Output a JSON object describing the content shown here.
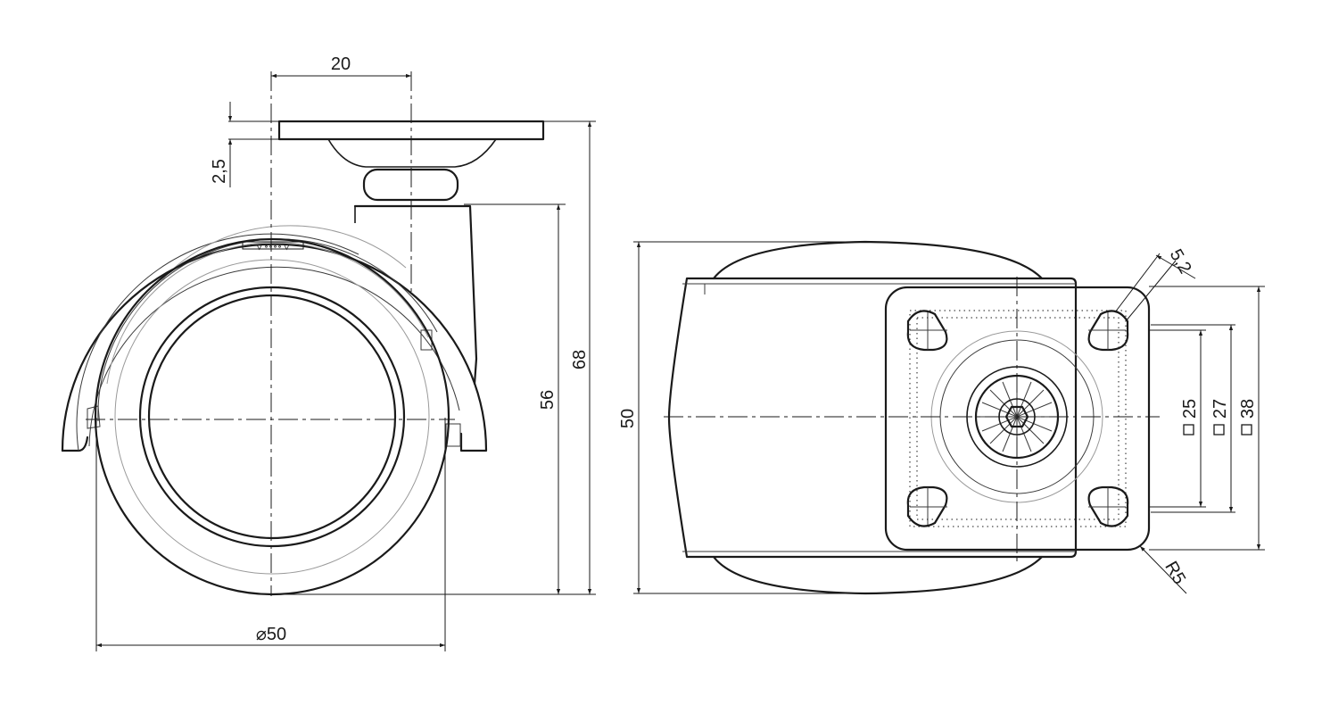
{
  "dimensions": {
    "top_width": "20",
    "plate_thickness": "2,5",
    "wheel_height": "56",
    "overall_height": "68",
    "wheel_diameter": "⌀50",
    "side_width": "50",
    "square_25": "25",
    "square_27": "27",
    "square_38": "38",
    "hole_size": "5,2",
    "corner_radius": "R5"
  }
}
